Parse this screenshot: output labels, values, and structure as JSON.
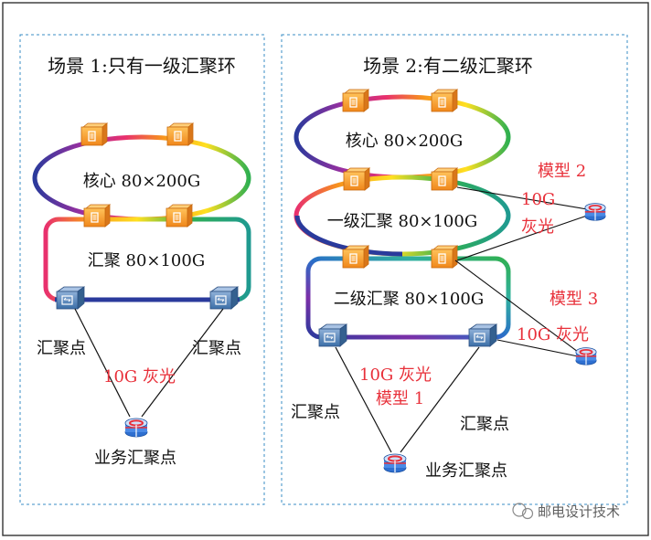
{
  "scenario1": {
    "title": "场景 1:只有一级汇聚环",
    "core_ring": "核心 80×200G",
    "agg_ring": "汇聚 80×100G",
    "agg_point_left": "汇聚点",
    "agg_point_right": "汇聚点",
    "link_label": "10G 灰光",
    "service_point": "业务汇聚点"
  },
  "scenario2": {
    "title": "场景 2:有二级汇聚环",
    "core_ring": "核心 80×200G",
    "l1_ring": "一级汇聚 80×100G",
    "l2_ring": "二级汇聚 80×100G",
    "model2": "模型 2",
    "model2_link_top": "10G",
    "model2_link_bottom": "灰光",
    "model3": "模型 3",
    "model3_link": "10G 灰光",
    "model1_link": "10G 灰光",
    "model1": "模型 1",
    "agg_point_left": "汇聚点",
    "agg_point_right": "汇聚点",
    "service_point": "业务汇聚点"
  },
  "watermark": "邮电设计技术",
  "colors": {
    "frame": "#333333",
    "dashed_box": "#3a8dc4",
    "router_orange": "#f59a1e",
    "switch_blue": "#3c6fa8",
    "label_red": "#e8303a"
  }
}
